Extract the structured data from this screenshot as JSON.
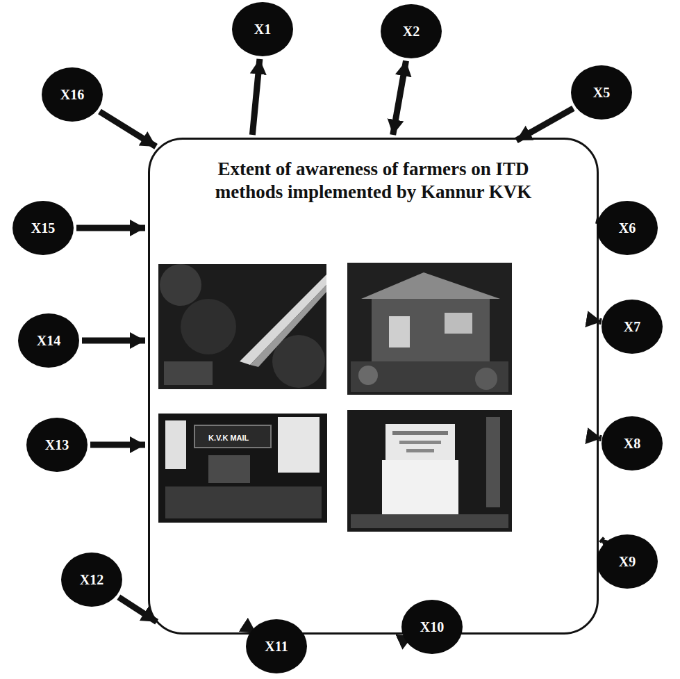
{
  "diagram": {
    "nodes": [
      {
        "text": [
          "Extent of awareness of farmers on ITD methods implemented by Kannur KVK"
        ]
      },
      {
        "text": [
          "X1"
        ]
      },
      {
        "text": [
          "X2"
        ]
      },
      {
        "text": [
          "X5"
        ]
      },
      {
        "text": [
          "X6"
        ]
      },
      {
        "text": [
          "X7"
        ]
      },
      {
        "text": [
          "X8"
        ]
      },
      {
        "text": [
          "X9"
        ]
      },
      {
        "text": [
          "X10"
        ]
      },
      {
        "text": [
          "X11"
        ]
      },
      {
        "text": [
          "X12"
        ]
      },
      {
        "text": [
          "X13"
        ]
      },
      {
        "text": [
          "X14"
        ]
      },
      {
        "text": [
          "X15"
        ]
      },
      {
        "text": [
          "X16"
        ]
      }
    ],
    "edges": [
      {
        "from": 0,
        "to": 1,
        "arrow": "to"
      },
      {
        "from": 0,
        "to": 2,
        "arrow": "both"
      },
      {
        "from": 3,
        "to": 0,
        "arrow": "to"
      },
      {
        "from": 4,
        "to": 0,
        "arrow": "to"
      },
      {
        "from": 5,
        "to": 0,
        "arrow": "to"
      },
      {
        "from": 6,
        "to": 0,
        "arrow": "to"
      },
      {
        "from": 7,
        "to": 0,
        "arrow": "to"
      },
      {
        "from": 8,
        "to": 0,
        "arrow": "to"
      },
      {
        "from": 0,
        "to": 9,
        "arrow": "both"
      },
      {
        "from": 10,
        "to": 0,
        "arrow": "to"
      },
      {
        "from": 11,
        "to": 0,
        "arrow": "to"
      },
      {
        "from": 12,
        "to": 0,
        "arrow": "to"
      },
      {
        "from": 13,
        "to": 0,
        "arrow": "to"
      },
      {
        "from": 14,
        "to": 0,
        "arrow": "to"
      }
    ],
    "labels": [
      "K.V.K MAIL"
    ]
  }
}
